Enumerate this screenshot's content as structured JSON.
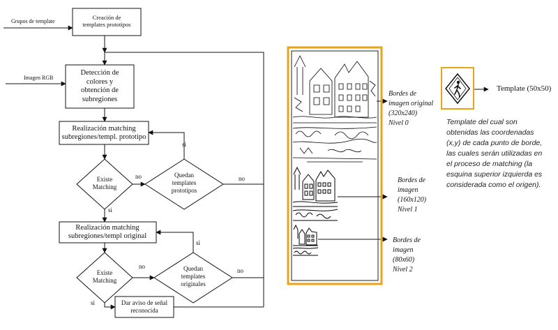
{
  "flowchart": {
    "inputs": {
      "template_groups": "Grupos de template",
      "rgb_image": "Imagen RGB"
    },
    "process_create_templates": [
      "Creación de",
      "templates prototipos"
    ],
    "process_detection": [
      "Detección de",
      "colores y",
      "obtención de",
      "subregiones"
    ],
    "process_match_prototype": [
      "Realización matching",
      "subregiones/templ. prototipo"
    ],
    "decision_match_1": [
      "Existe",
      "Matching"
    ],
    "decision_remaining_prototype": [
      "Quedan",
      "templates",
      "prototipos"
    ],
    "process_match_original": [
      "Realización matching",
      "subregiones/templ original"
    ],
    "decision_match_2": [
      "Existe",
      "Matching"
    ],
    "decision_remaining_original": [
      "Quedan",
      "templates",
      "originales"
    ],
    "process_notify": [
      "Dar aviso de señal",
      "reconocida"
    ],
    "edge_labels": {
      "yes": "si",
      "no": "no"
    }
  },
  "pyramid": {
    "frame_color": "#e8a317",
    "level_0": [
      "Bordes de",
      "imagen original",
      "(320x240)",
      "Nivel 0"
    ],
    "level_1": [
      "Bordes de",
      "imagen",
      "(160x120)",
      "Nivel 1"
    ],
    "level_2": [
      "Bordes de",
      "imagen",
      "(80x60)",
      "Nivel 2"
    ]
  },
  "template_panel": {
    "frame_color": "#e8a317",
    "icon": "pedestrian-warning-sign-icon",
    "label": "Template (50x50)",
    "description": [
      "Template del cual son",
      "obtenidas las coordenadas",
      "(x,y) de cada punto de borde,",
      "las cuales serán utilizadas en",
      "el proceso de matching (la",
      "esquina superior izquierda es",
      "considerada como el origen)."
    ]
  }
}
